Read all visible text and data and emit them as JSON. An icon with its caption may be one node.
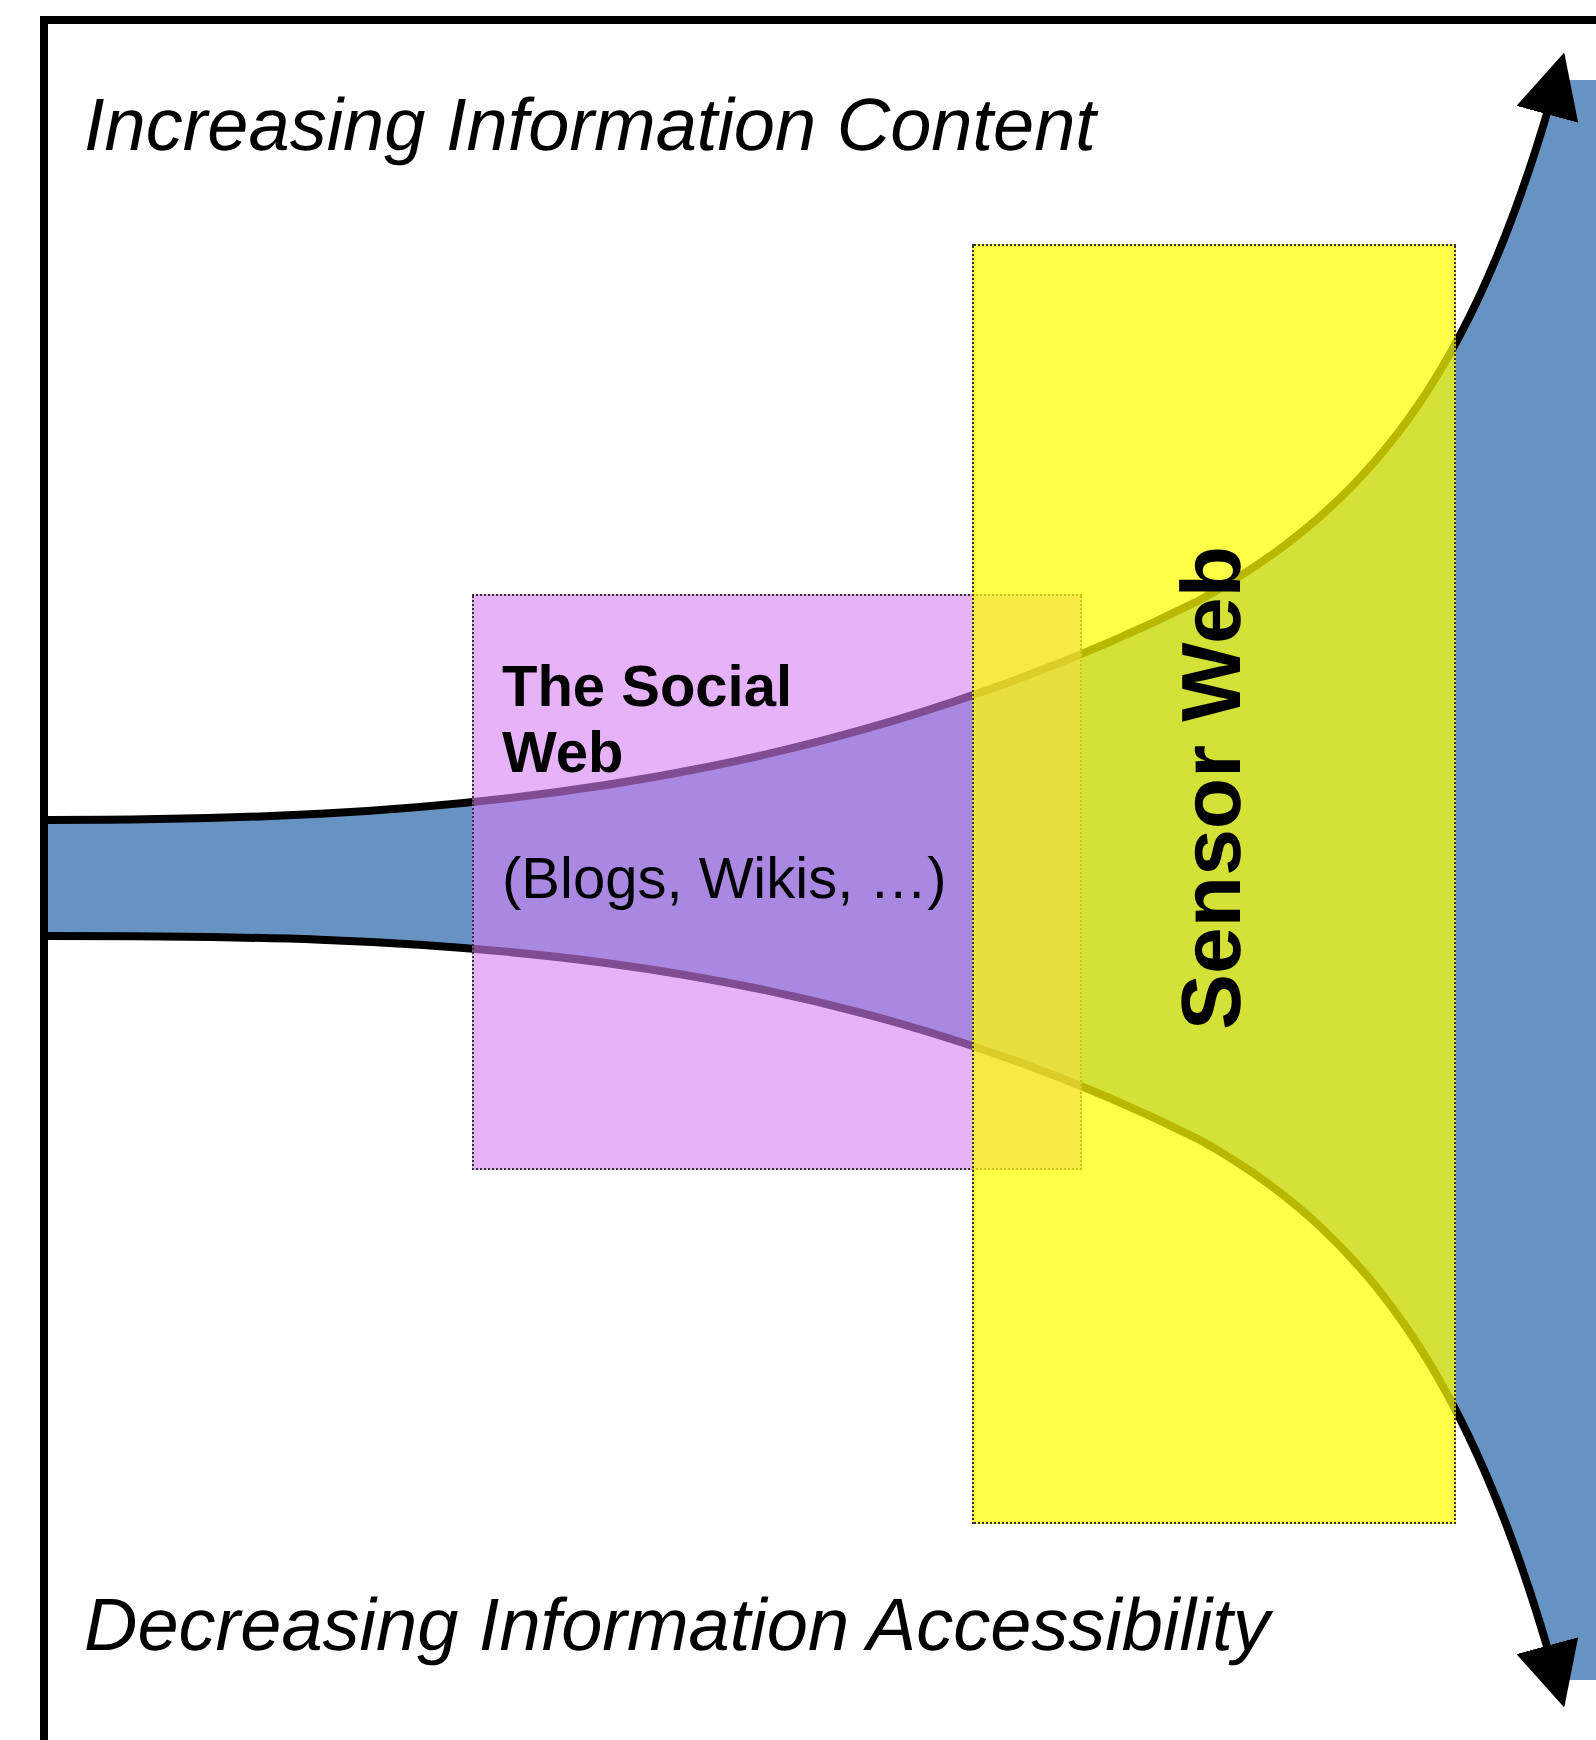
{
  "diagram": {
    "nodes": [
      {
        "text": [
          "The Social Web",
          "(Blogs, Wikis, …)"
        ]
      },
      {
        "text": [
          "Sensor Web"
        ]
      }
    ],
    "labels": [
      "Increasing Information Content",
      "Decreasing Information Accessibility"
    ]
  }
}
